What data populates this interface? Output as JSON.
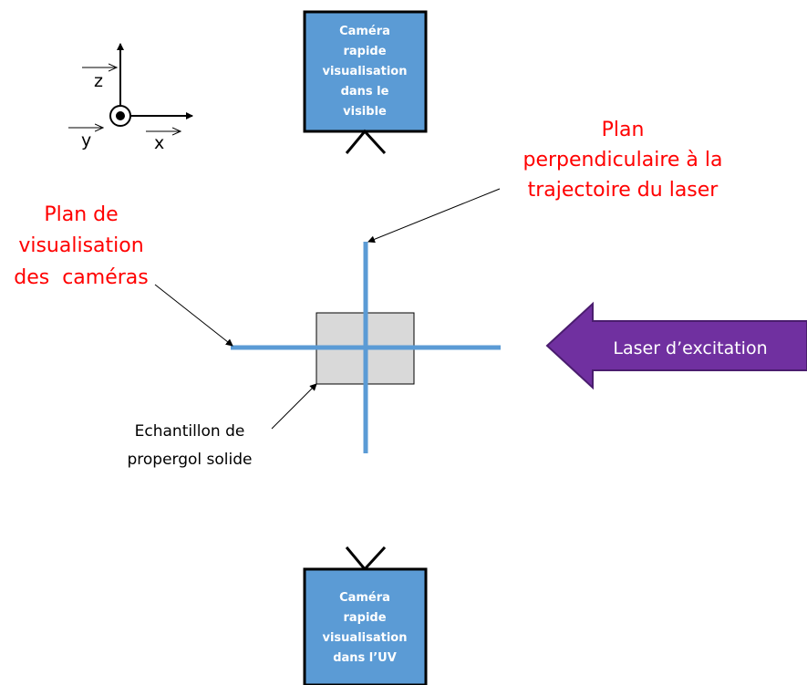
{
  "axes": {
    "z_label": "z",
    "y_label": "y",
    "x_label": "x"
  },
  "camera_visible": {
    "lines": [
      "Caméra",
      "rapide",
      "visualisation",
      "dans le",
      "visible"
    ]
  },
  "camera_uv": {
    "lines": [
      "Caméra",
      "rapide",
      "visualisation",
      "dans l’UV"
    ]
  },
  "plane_perpendicular": {
    "lines": [
      "Plan",
      "perpendiculaire à la",
      "trajectoire du laser"
    ]
  },
  "plane_cameras": {
    "lines": [
      "Plan de",
      "visualisation",
      "des  caméras"
    ]
  },
  "sample": {
    "lines": [
      "Echantillon de",
      "propergol solide"
    ]
  },
  "laser": {
    "label": "Laser d’excitation"
  },
  "colors": {
    "camera_fill": "#5b9bd5",
    "plane_line": "#5b9bd5",
    "annotation_red": "#ff0000",
    "laser_fill": "#7030a0",
    "sample_fill": "#d9d9d9"
  }
}
